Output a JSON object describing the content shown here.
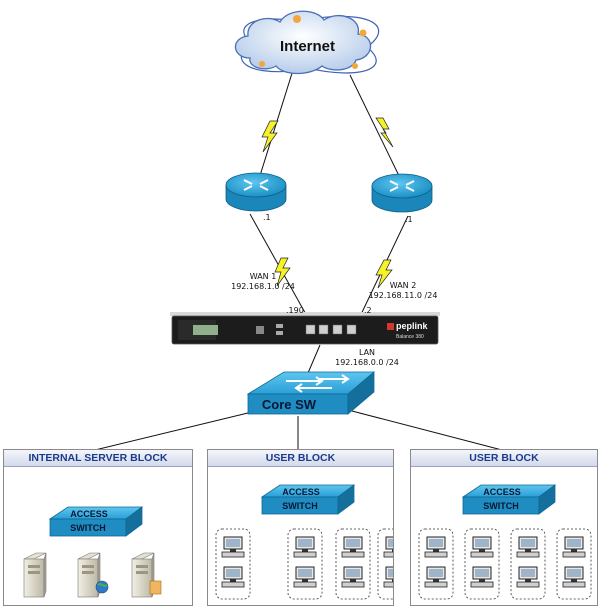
{
  "internet": {
    "label": "Internet"
  },
  "router_left": {
    "ip_suffix": ".1"
  },
  "router_right": {
    "ip_suffix": ".1"
  },
  "wan1": {
    "name": "WAN 1",
    "subnet": "192.168.1.0 /24",
    "ip_suffix": ".190"
  },
  "wan2": {
    "name": "WAN 2",
    "subnet": "192.168.11.0 /24",
    "ip_suffix": ".2"
  },
  "appliance": {
    "brand": "peplink",
    "model": "Balance 380"
  },
  "lan": {
    "name": "LAN",
    "subnet": "192.168.0.0 /24"
  },
  "core_switch": {
    "label": "Core SW"
  },
  "blocks": [
    {
      "title": "INTERNAL SERVER BLOCK",
      "switch_line1": "ACCESS",
      "switch_line2": "SWITCH"
    },
    {
      "title": "USER BLOCK",
      "switch_line1": "ACCESS",
      "switch_line2": "SWITCH"
    },
    {
      "title": "USER BLOCK",
      "switch_line1": "ACCESS",
      "switch_line2": "SWITCH"
    }
  ],
  "colors": {
    "cloud_body": "#c9dcf2",
    "router": "#2aa6dc",
    "switch": "#2aa6dc",
    "lightning": "#f5f12a",
    "block_title": "#1b3a8c"
  },
  "icons": {
    "cloud": "internet-cloud-icon",
    "router": "router-icon",
    "switch": "switch-icon",
    "server": "server-icon",
    "pc": "pc-icon"
  }
}
